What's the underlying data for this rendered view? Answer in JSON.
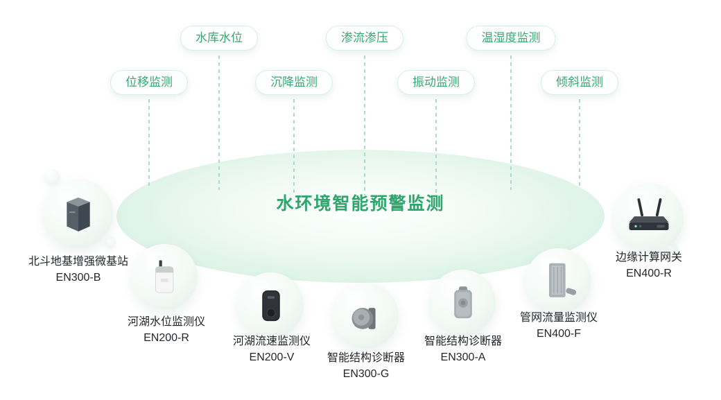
{
  "title": "水环境智能预警监测",
  "tags_row1": [
    {
      "label": "水库水位"
    },
    {
      "label": "渗流渗压"
    },
    {
      "label": "温湿度监测"
    }
  ],
  "tags_row2": [
    {
      "label": "位移监测"
    },
    {
      "label": "沉降监测"
    },
    {
      "label": "振动监测"
    },
    {
      "label": "倾斜监测"
    }
  ],
  "devices": [
    {
      "name": "北斗地基增强微基站",
      "model": "EN300-B",
      "icon": "base-station-icon"
    },
    {
      "name": "河湖水位监测仪",
      "model": "EN200-R",
      "icon": "water-level-monitor-icon"
    },
    {
      "name": "河湖流速监测仪",
      "model": "EN200-V",
      "icon": "flow-velocity-monitor-icon"
    },
    {
      "name": "智能结构诊断器",
      "model": "EN300-G",
      "icon": "structure-diagnoser-disc-icon"
    },
    {
      "name": "智能结构诊断器",
      "model": "EN300-A",
      "icon": "structure-diagnoser-icon"
    },
    {
      "name": "管网流量监测仪",
      "model": "EN400-F",
      "icon": "pipe-flow-monitor-icon"
    },
    {
      "name": "边缘计算网关",
      "model": "EN400-R",
      "icon": "edge-gateway-icon"
    }
  ],
  "colors": {
    "accent_green": "#2da56b",
    "tag_border": "#d9eee3",
    "connector": "#abdcc6",
    "ellipse_edge": "#c3ebd7",
    "label_text": "#23272b"
  }
}
